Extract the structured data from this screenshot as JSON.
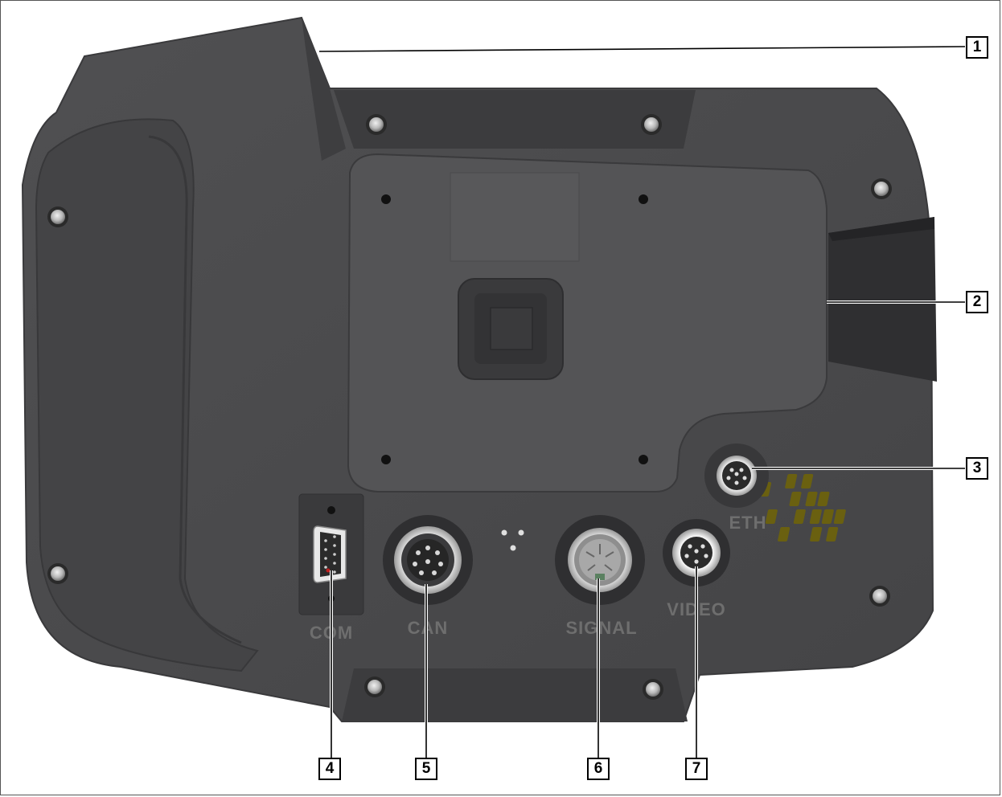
{
  "figure": {
    "callouts": [
      "1",
      "2",
      "3",
      "4",
      "5",
      "6",
      "7"
    ],
    "port_labels": {
      "eth": "ETH",
      "com": "COM",
      "can": "CAN",
      "signal": "SIGNAL",
      "video": "VIDEO"
    }
  },
  "colors": {
    "housing": "#4a4a4c",
    "housing_dark": "#3a3a3c",
    "panel": "#525254",
    "connector": "#2b2b2b",
    "screw": "#c8c8c8",
    "speaker": "#6a6010"
  }
}
